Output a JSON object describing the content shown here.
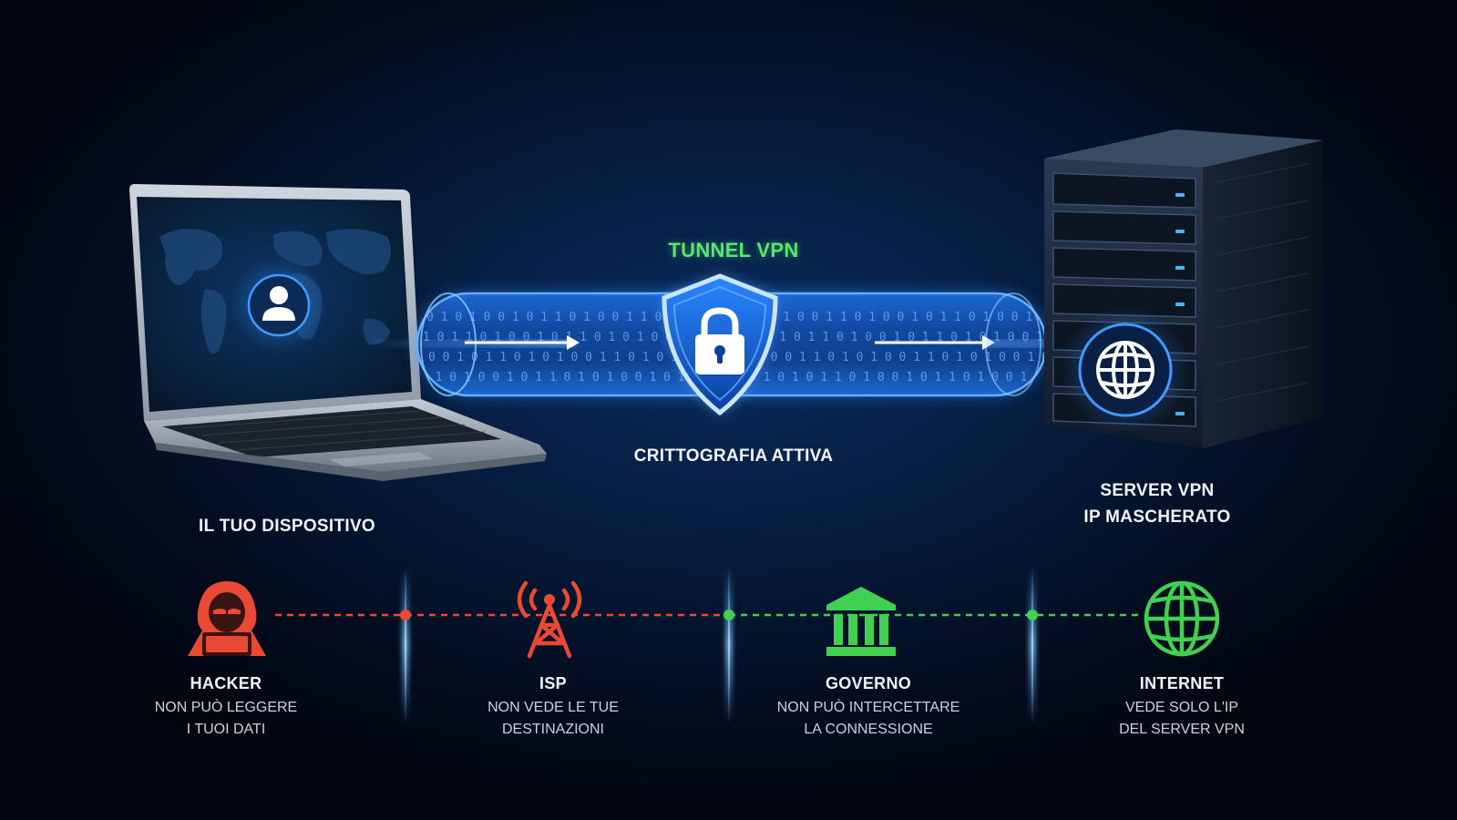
{
  "tunnel": {
    "title": "TUNNEL VPN",
    "caption": "CRITTOGRAFIA ATTIVA",
    "binary_rows": [
      "0 1 0 1 0 0 1 0 1 1 0 1 0 0 1 1 0 1 0 1 1 0 0 1 0 1 0 0 1 1 0 1 0 0 1 0 1 1 0 1 0 0 1 0 1 1 0 1 0 0 1 0 1 1 0 1 0 1",
      "1 0 1 1 0 1 0 0 1 0 1 1 0 1 0 1 0 0 1 0 1 0 1 1 0 1 0 1 1 0 1 0 0 1 0 1 1 0 1 0 1 0 0 1 0 1 0 1 1 0 1 0 1 1 0 1 0 0",
      "0 0 1 0 1 1 0 1 0 1 0 0 1 1 0 1 0 1 1 0 0 1 0 1 0 0 1 1 0 1 0 1 0 0 1 1 0 1 0 1 0 0 1 0 1 1 0 1 0 1 0 0 1 1 0 1 0 1",
      "1 1 0 1 0 0 1 0 1 1 0 1 0 1 0 0 1 0 1 1 0 1 0 0 1 0 1 0 1 1 0 1 0 0 1 0 1 1 0 1 0 0 1 0 1 1 0 1 0 0 1 0 1 0 1 1 0 1"
    ]
  },
  "device": {
    "label": "IL TUO DISPOSITIVO"
  },
  "server": {
    "line1": "SERVER VPN",
    "line2": "IP MASCHERATO"
  },
  "threats": [
    {
      "name": "HACKER",
      "line1": "NON PUÒ LEGGERE",
      "line2": "I TUOI DATI",
      "icon": "hacker-icon",
      "color": "#ea4a33"
    },
    {
      "name": "ISP",
      "line1": "NON VEDE LE TUE",
      "line2": "DESTINAZIONI",
      "icon": "cell-tower-icon",
      "color": "#ea4a33"
    },
    {
      "name": "GOVERNO",
      "line1": "NON PUÒ INTERCETTARE",
      "line2": "LA CONNESSIONE",
      "icon": "government-building-icon",
      "color": "#3fd14f"
    },
    {
      "name": "INTERNET",
      "line1": "VEDE SOLO L'IP",
      "line2": "DEL SERVER VPN",
      "icon": "globe-icon",
      "color": "#3fd14f"
    }
  ],
  "colors": {
    "accent_blue": "#2f8dff",
    "tunnel_green": "#57e86a",
    "threat_red": "#ea4a33",
    "safe_green": "#3fd14f",
    "background": "#061a3a"
  }
}
